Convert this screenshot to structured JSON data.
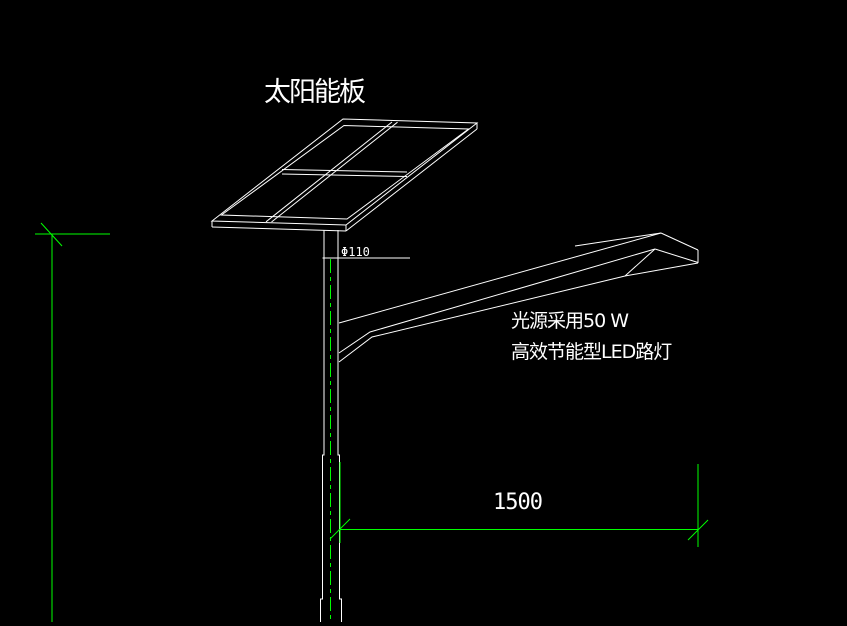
{
  "drawing": {
    "solar_panel_label": "太阳能板",
    "pole_diameter_label": "Φ110",
    "lamp_note_line1": "光源采用50 W",
    "lamp_note_line2": "高效节能型LED路灯",
    "arm_length_dimension": "1500"
  },
  "colors": {
    "background": "#000000",
    "geometry_lines": "#ffffff",
    "dimension_lines": "#00ff00",
    "text": "#ffffff"
  }
}
